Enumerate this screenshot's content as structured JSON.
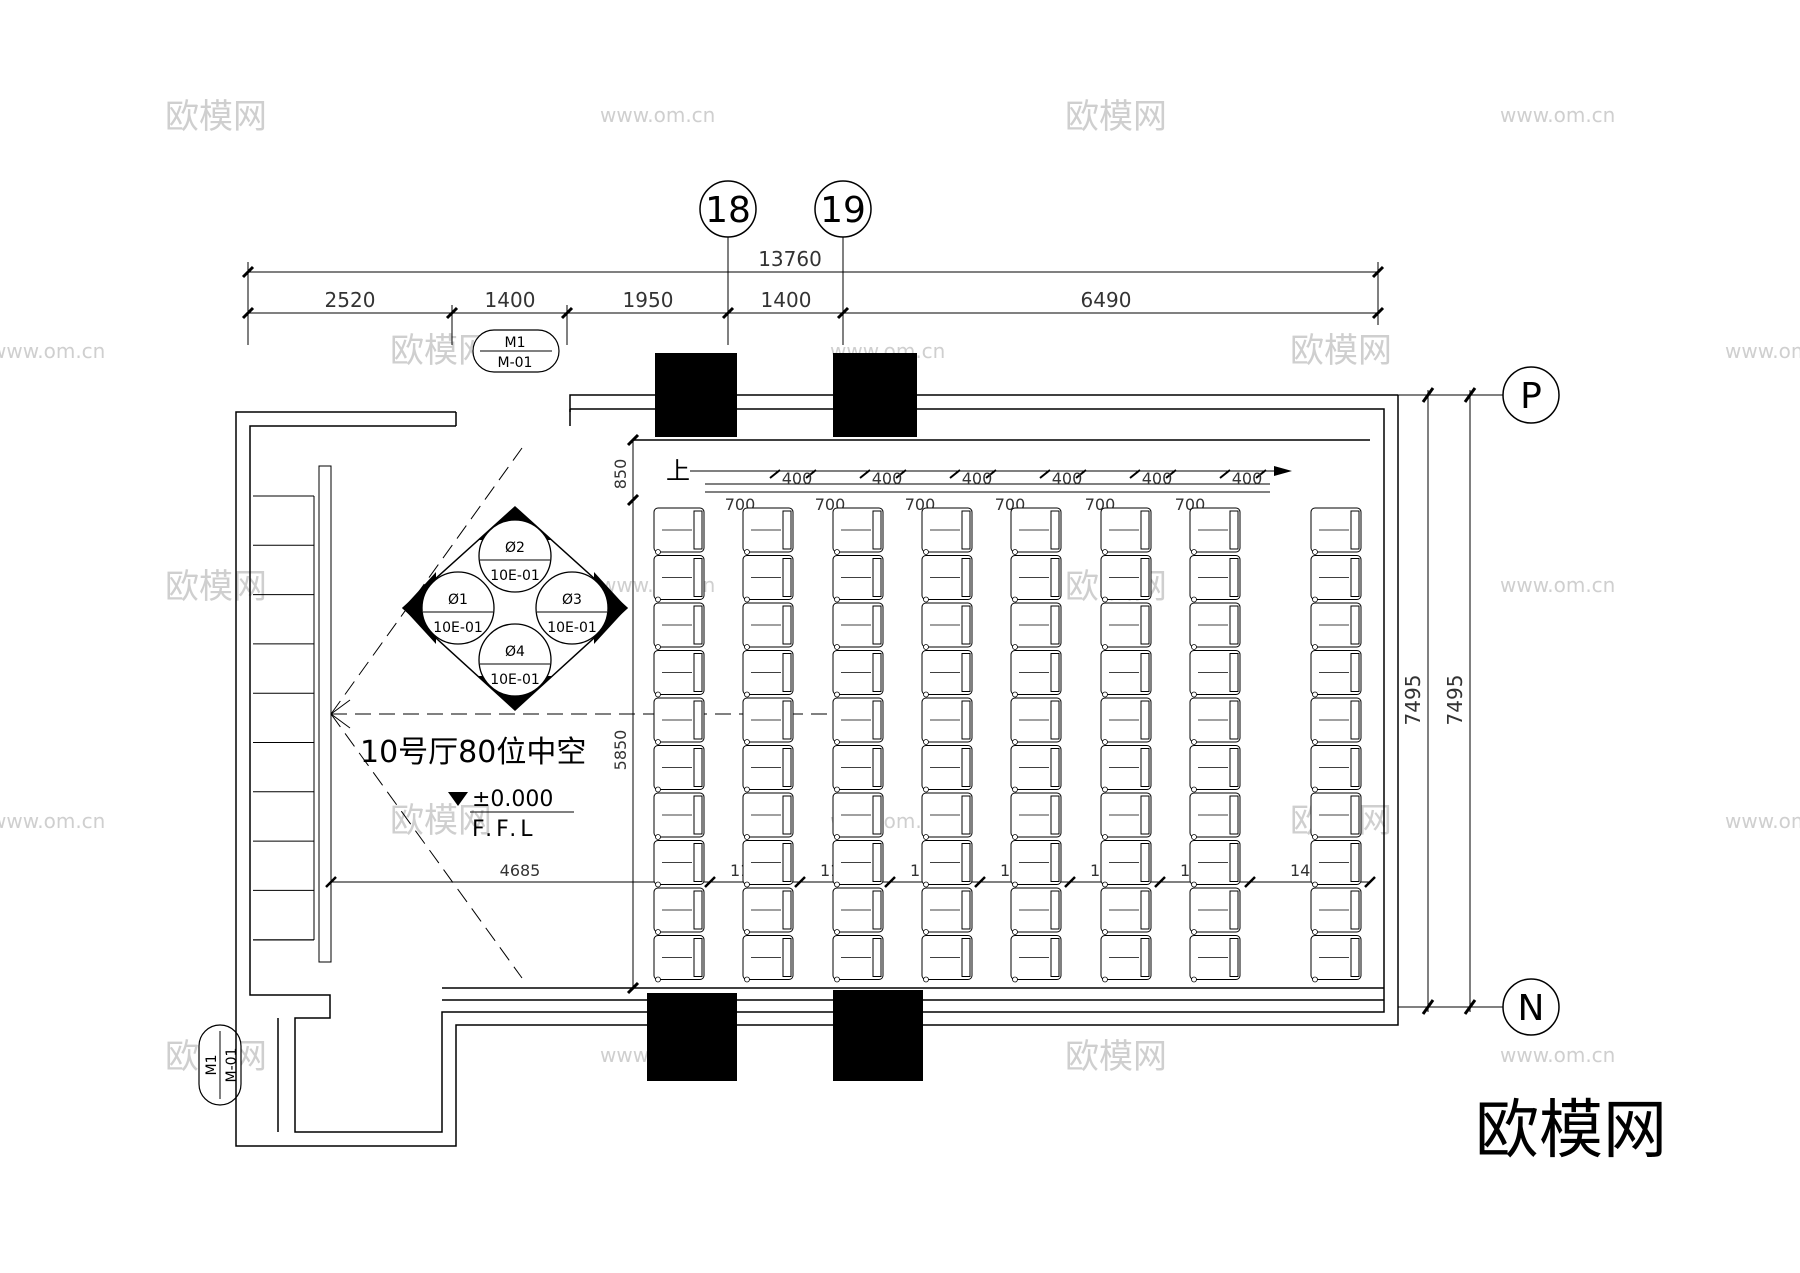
{
  "axes": {
    "a18": "18",
    "a19": "19",
    "p": "P",
    "n": "N"
  },
  "dims": {
    "total_width": "13760",
    "segments": [
      "2520",
      "1400",
      "1950",
      "1400",
      "6490"
    ],
    "height_a": "7495",
    "height_b": "7495",
    "front": "850",
    "depth": "5850",
    "screen_to_seats": "4685",
    "aisle_400": "400",
    "aisle_700": "700",
    "row_1100": "1100",
    "row_last": "1450"
  },
  "door_tag": {
    "top": "M1",
    "bottom": "M-01"
  },
  "view_tags": [
    {
      "num": "Ø2",
      "ref": "10E-01"
    },
    {
      "num": "Ø1",
      "ref": "10E-01"
    },
    {
      "num": "Ø3",
      "ref": "10E-01"
    },
    {
      "num": "Ø4",
      "ref": "10E-01"
    }
  ],
  "up_label": "上",
  "hall_title": "10号厅80位中空",
  "level": {
    "value": "±0.000",
    "label": "F.F.L"
  },
  "watermark": {
    "brand": "欧模网",
    "url": "www.om.cn"
  },
  "seating": {
    "columns": 8,
    "seats_per_column": 10
  },
  "colors": {
    "line": "#000000",
    "watermark": "#cfcfcf",
    "column": "#000000"
  }
}
